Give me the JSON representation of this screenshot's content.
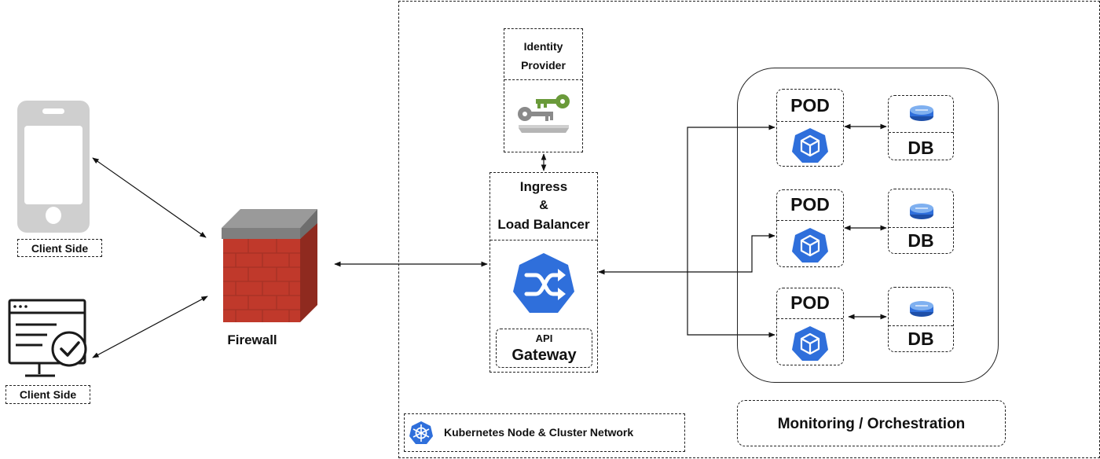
{
  "clients": [
    {
      "label": "Client Side",
      "icon": "mobile-phone-icon"
    },
    {
      "label": "Client Side",
      "icon": "web-app-monitor-icon"
    }
  ],
  "firewall": {
    "label": "Firewall",
    "icon": "firewall-brick-wall-icon"
  },
  "identity_provider": {
    "line1": "Identity",
    "line2": "Provider",
    "icon": "keys-icon"
  },
  "ingress": {
    "line1": "Ingress",
    "line2": "&",
    "line3": "Load Balancer",
    "icon": "ingress-shuffle-icon"
  },
  "api_gateway": {
    "line1": "API",
    "line2": "Gateway"
  },
  "pods": [
    {
      "pod_label": "POD",
      "db_label": "DB"
    },
    {
      "pod_label": "POD",
      "db_label": "DB"
    },
    {
      "pod_label": "POD",
      "db_label": "DB"
    }
  ],
  "cluster_legend": {
    "label": "Kubernetes Node & Cluster Network",
    "icon": "kubernetes-helm-icon"
  },
  "monitoring": {
    "label": "Monitoring / Orchestration"
  },
  "colors": {
    "k8s_blue": "#2f6fdb",
    "brick_red": "#c0392b",
    "key_green": "#6a9a3a",
    "key_gray": "#8a8a8a",
    "phone_gray": "#cfcfcf"
  }
}
